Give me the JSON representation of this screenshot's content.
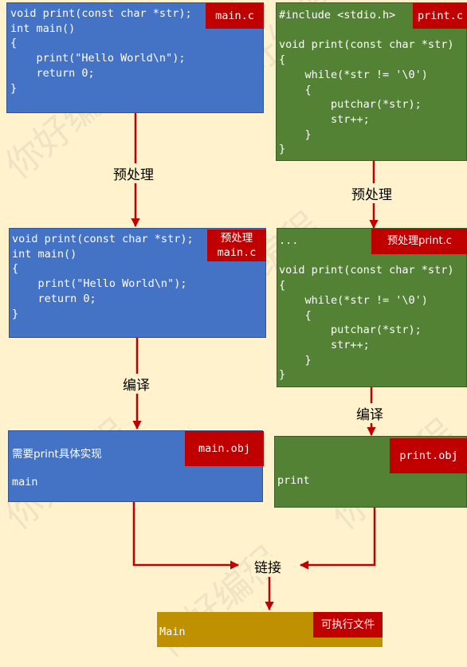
{
  "left": {
    "source": {
      "tag": "main.c",
      "lines": [
        "void print(const char *str);",
        "int main()",
        "{",
        "    print(\"Hello World\\n\");",
        "    return 0;",
        "}"
      ]
    },
    "preprocess_label": "预处理",
    "preprocessed": {
      "tag_line1": "预处理",
      "tag_line2": "main.c",
      "lines": [
        "void print(const char *str);",
        "int main()",
        "{",
        "    print(\"Hello World\\n\");",
        "    return 0;",
        "}"
      ]
    },
    "compile_label": "编译",
    "object": {
      "tag": "main.obj",
      "text1": "需要print具体实现",
      "text2": "main"
    }
  },
  "right": {
    "source": {
      "tag": "print.c",
      "lines": [
        "#include <stdio.h>",
        "",
        "void print(const char *str)",
        "{",
        "    while(*str != '\\0')",
        "    {",
        "        putchar(*str);",
        "        str++;",
        "    }",
        "}"
      ]
    },
    "preprocess_label": "预处理",
    "preprocessed": {
      "tag": "预处理print.c",
      "lines": [
        "...",
        "",
        "void print(const char *str)",
        "{",
        "    while(*str != '\\0')",
        "    {",
        "        putchar(*str);",
        "        str++;",
        "    }",
        "}"
      ]
    },
    "compile_label": "编译",
    "object": {
      "tag": "print.obj",
      "text": "print"
    }
  },
  "link_label": "链接",
  "executable": {
    "tag": "可执行文件",
    "text": "Main"
  },
  "watermark": "你好编程",
  "colors": {
    "background": "#fff2cc",
    "blue_box": "#4472c4",
    "green_box": "#548235",
    "gold_box": "#bf9000",
    "tag_red": "#c00000",
    "arrow": "#c00000"
  }
}
